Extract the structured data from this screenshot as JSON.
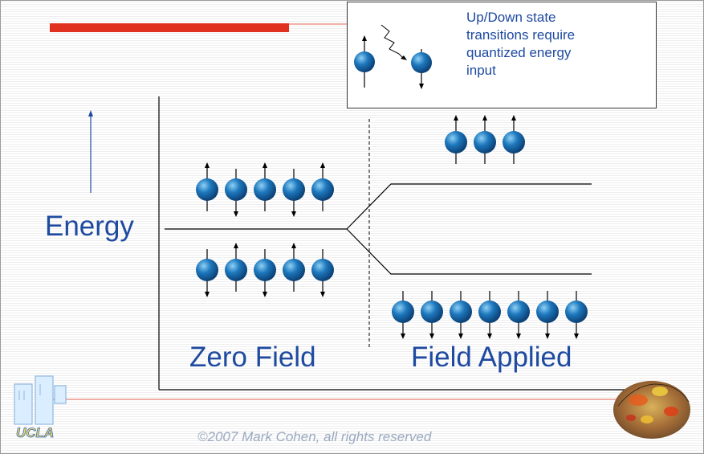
{
  "labels": {
    "energy": "Energy",
    "zero_field": "Zero Field",
    "field_applied": "Field Applied",
    "copyright": "©2007 Mark Cohen, all rights reserved"
  },
  "legend": {
    "lines": [
      "Up/Down state",
      "transitions require",
      "quantized energy",
      "input"
    ]
  },
  "logo": {
    "text": "UCLA"
  },
  "colors": {
    "accent_red": "#e03020",
    "text_blue": "#1e4aa0",
    "sphere_blue": "#1d6fb0"
  },
  "spins": {
    "zero_field_upper": [
      "up",
      "down",
      "up",
      "down",
      "up"
    ],
    "zero_field_lower": [
      "down",
      "up",
      "down",
      "up",
      "down"
    ],
    "field_applied_upper": [
      "up",
      "up",
      "up"
    ],
    "field_applied_lower": [
      "down",
      "down",
      "down",
      "down",
      "down",
      "down",
      "down"
    ]
  }
}
